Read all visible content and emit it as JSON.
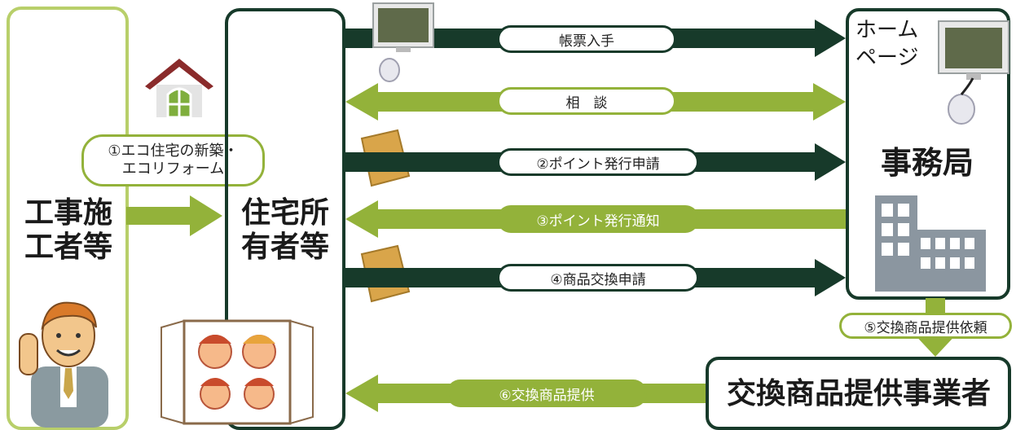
{
  "left_box": {
    "title_line1": "工事施",
    "title_line2": "工者等"
  },
  "owner_box": {
    "title_line1": "住宅所",
    "title_line2": "有者等"
  },
  "office_box": {
    "homepage_line1": "ホーム",
    "homepage_line2": "ページ",
    "title": "事務局"
  },
  "provider_box": {
    "title": "交換商品提供事業者"
  },
  "step1": {
    "line1": "①エコ住宅の新築・",
    "line2": "エコリフォーム"
  },
  "arrows": {
    "forms": "帳票入手",
    "consult": "相　談",
    "point_apply": "②ポイント発行申請",
    "point_notice": "③ポイント発行通知",
    "exchange_apply": "④商品交換申請",
    "provide_request": "⑤交換商品提供依頼",
    "provide": "⑥交換商品提供"
  },
  "colors": {
    "dark": "#173a2a",
    "green": "#93b23a",
    "light_green_border": "#b8cf6a"
  }
}
